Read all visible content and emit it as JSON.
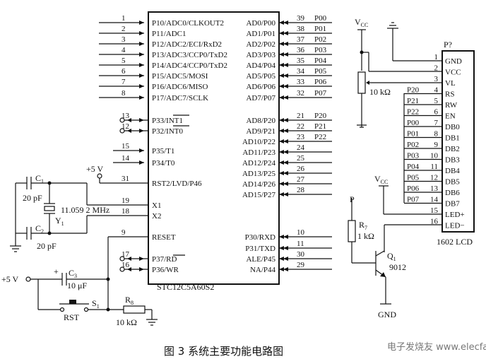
{
  "mcu": {
    "name": "STC12C5A60S2",
    "left_pins": [
      {
        "num": "1",
        "label": "P10/ADC0/CLKOUT2"
      },
      {
        "num": "2",
        "label": "P11/ADC1"
      },
      {
        "num": "3",
        "label": "P12/ADC2/ECI/RxD2"
      },
      {
        "num": "4",
        "label": "P13/ADC3/CCP0/TxD2"
      },
      {
        "num": "5",
        "label": "P14/ADC4/CCP0/TxD2"
      },
      {
        "num": "6",
        "label": "P15/ADC5/MOSI"
      },
      {
        "num": "7",
        "label": "P16/ADC6/MISO"
      },
      {
        "num": "8",
        "label": "P17/ADC7/SCLK"
      },
      {
        "num": "13",
        "label": "P33/INT1"
      },
      {
        "num": "12",
        "label": "P32/INT0"
      },
      {
        "num": "15",
        "label": "P35/T1"
      },
      {
        "num": "14",
        "label": "P34/T0"
      },
      {
        "num": "31",
        "label": "RST2/LVD/P46"
      },
      {
        "num": "19",
        "label": "X1"
      },
      {
        "num": "18",
        "label": "X2"
      },
      {
        "num": "9",
        "label": "RESET"
      },
      {
        "num": "17",
        "label": "P37/RD"
      },
      {
        "num": "16",
        "label": "P36/WR"
      }
    ],
    "right_pins": [
      {
        "num": "39",
        "label": "AD0/P00",
        "net": "P00"
      },
      {
        "num": "38",
        "label": "AD1/P01",
        "net": "P01"
      },
      {
        "num": "37",
        "label": "AD2/P02",
        "net": "P02"
      },
      {
        "num": "36",
        "label": "AD3/P03",
        "net": "P03"
      },
      {
        "num": "35",
        "label": "AD4/P04",
        "net": "P04"
      },
      {
        "num": "34",
        "label": "AD5/P05",
        "net": "P05"
      },
      {
        "num": "33",
        "label": "AD6/P06",
        "net": "P06"
      },
      {
        "num": "32",
        "label": "AD7/P07",
        "net": "P07"
      },
      {
        "num": "21",
        "label": "AD8/P20",
        "net": "P20"
      },
      {
        "num": "22",
        "label": "AD9/P21",
        "net": "P21"
      },
      {
        "num": "23",
        "label": "AD10/P22",
        "net": "P22"
      },
      {
        "num": "24",
        "label": "AD11/P23",
        "net": ""
      },
      {
        "num": "25",
        "label": "AD12/P24",
        "net": ""
      },
      {
        "num": "26",
        "label": "AD13/P25",
        "net": ""
      },
      {
        "num": "27",
        "label": "AD14/P26",
        "net": ""
      },
      {
        "num": "28",
        "label": "AD15/P27",
        "net": ""
      },
      {
        "num": "10",
        "label": "P30/RXD",
        "net": ""
      },
      {
        "num": "11",
        "label": "P31/TXD",
        "net": ""
      },
      {
        "num": "30",
        "label": "ALE/P45",
        "net": ""
      },
      {
        "num": "29",
        "label": "NA/P44",
        "net": ""
      }
    ]
  },
  "lcd": {
    "ref": "P?",
    "name": "1602 LCD",
    "pins": [
      {
        "num": "1",
        "label": "GND",
        "net": ""
      },
      {
        "num": "2",
        "label": "VCC",
        "net": ""
      },
      {
        "num": "3",
        "label": "VL",
        "net": ""
      },
      {
        "num": "4",
        "label": "RS",
        "net": "P20"
      },
      {
        "num": "5",
        "label": "RW",
        "net": "P21"
      },
      {
        "num": "6",
        "label": "EN",
        "net": "P22"
      },
      {
        "num": "7",
        "label": "DB0",
        "net": "P00"
      },
      {
        "num": "8",
        "label": "DB1",
        "net": "P01"
      },
      {
        "num": "9",
        "label": "DB2",
        "net": "P02"
      },
      {
        "num": "10",
        "label": "DB3",
        "net": "P03"
      },
      {
        "num": "11",
        "label": "DB4",
        "net": "P04"
      },
      {
        "num": "12",
        "label": "DB5",
        "net": "P05"
      },
      {
        "num": "13",
        "label": "DB6",
        "net": "P06"
      },
      {
        "num": "14",
        "label": "DB7",
        "net": "P07"
      },
      {
        "num": "15",
        "label": "LED+",
        "net": ""
      },
      {
        "num": "16",
        "label": "LED−",
        "net": ""
      }
    ]
  },
  "components": {
    "c1": "C",
    "c1_sub": "1",
    "c1_value": "20 pF",
    "c2": "C",
    "c2_sub": "2",
    "c2_value": "20 pF",
    "crystal": "Y",
    "crystal_sub": "1",
    "crystal_value": "11.059 2 MHz",
    "c3": "C",
    "c3_sub": "3",
    "c3_value": "10 μF",
    "s1": "S",
    "s1_sub": "1",
    "rst": "RST",
    "r8": "R",
    "r8_sub": "8",
    "r8_value": "10 kΩ",
    "pot_value": "10 kΩ",
    "r7": "R",
    "r7_sub": "7",
    "r7_value": "1 kΩ",
    "q1": "Q",
    "q1_sub": "1",
    "q1_value": "9012",
    "vcc1": "V",
    "vcc1_sub": "CC",
    "vcc2": "V",
    "vcc2_sub": "CC",
    "p_label": "P",
    "plus5v_top": "+5  V",
    "plus5v_left": "+5  V",
    "gnd": "GND",
    "c3_plus": "+"
  },
  "caption": "图 3    系统主要功能电路图",
  "watermark": "电子发烧友 www.elecfans.com"
}
